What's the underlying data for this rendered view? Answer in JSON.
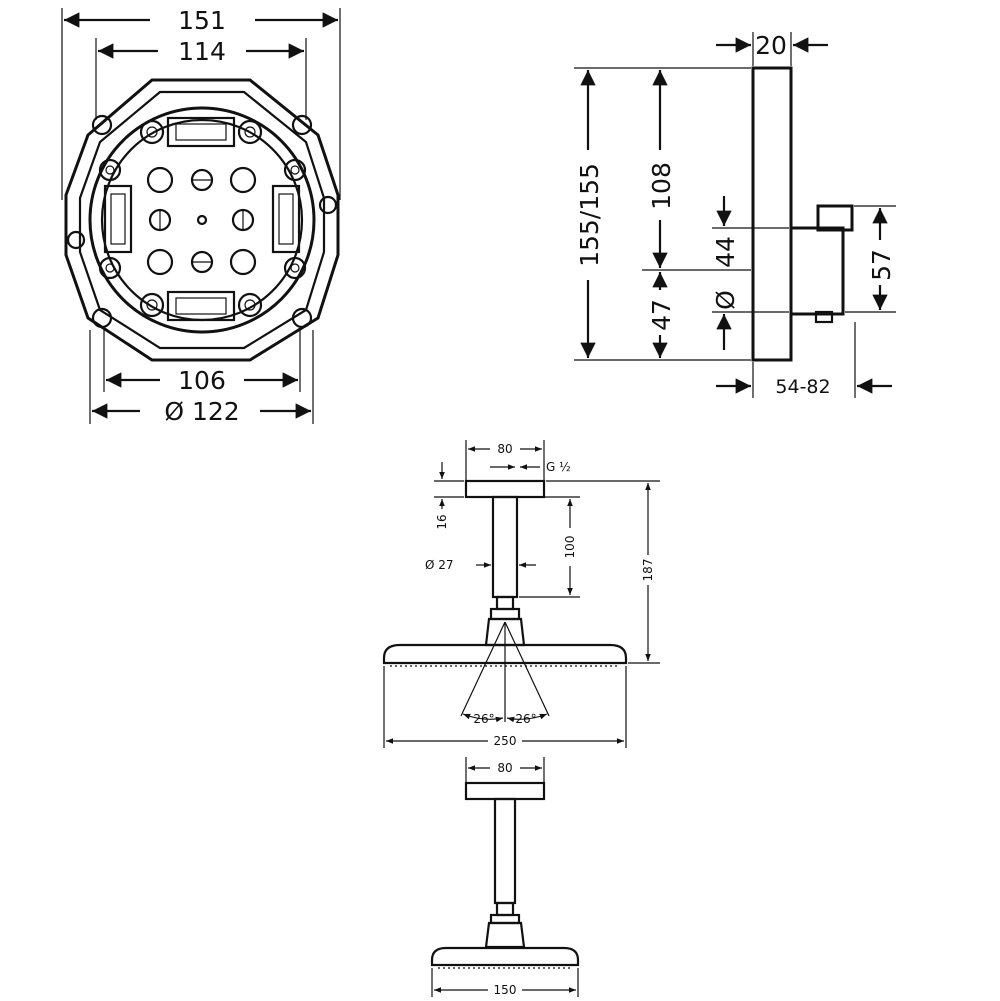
{
  "mounting_box": {
    "outer_width": "151",
    "inner_width": "114",
    "bottom_width": "106",
    "diameter": "Ø 122"
  },
  "thermostat_side": {
    "depth_top": "20",
    "total_height": "155/155",
    "upper_height": "108",
    "bore": "44",
    "bore_symbol": "Ø",
    "lower_height": "47",
    "body_height": "57",
    "projection": "54-82"
  },
  "large_head": {
    "flange_width": "80",
    "thread": "G ½",
    "flange_height": "16",
    "arm_diameter": "Ø  27",
    "arm_length": "100",
    "total_height": "187",
    "angle_left": "26°",
    "angle_right": "26°",
    "head_width": "250"
  },
  "small_head": {
    "flange_width": "80",
    "head_width": "150"
  }
}
